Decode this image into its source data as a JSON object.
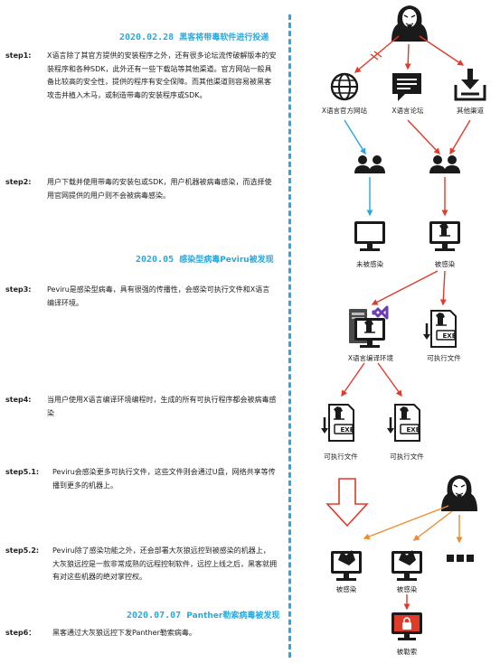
{
  "sections": [
    {
      "date": "2020.02.28",
      "label": "黑客将带毒软件进行投递"
    },
    {
      "date": "2020.05",
      "label": "感染型病毒Peviru被发现"
    },
    {
      "date": "2020.07.07",
      "label": "Panther勒索病毒被发现"
    }
  ],
  "steps": [
    {
      "tag": "step1:",
      "text": "X语言除了其官方提供的安装程序之外，还有很多论坛流传破解版本的安装程序和各种SDK，此外还有一些下载站等其他渠道。官方网站一般具备比较高的安全性，提供的程序有安全保障。而其他渠道则容易被黑客攻击并植入木马，或制造带毒的安装程序或SDK。"
    },
    {
      "tag": "step2:",
      "text": "用户下载并使用带毒的安装包或SDK，用户机器被病毒感染，而选择使用官网提供的用户则不会被病毒感染。"
    },
    {
      "tag": "step3:",
      "text": "Peviru是感染型病毒，具有很强的传播性，会感染可执行文件和X语言编译环境。"
    },
    {
      "tag": "step4:",
      "text": "当用户使用X语言编译环境编程时，生成的所有可执行程序都会被病毒感染"
    },
    {
      "tag": "step5.1:",
      "text": "Peviru会感染更多可执行文件，这些文件则会通过U盘，网络共享等传播到更多的机器上。"
    },
    {
      "tag": "step5.2:",
      "text": "Peviru除了感染功能之外，还会部署大灰狼远控到被感染的机器上，大灰狼远控是一款非常成熟的远程控制软件，远控上线之后，黑客就拥有对这些机器的绝对掌控权。"
    },
    {
      "tag": "step6：",
      "text": "黑客通过大灰狼远控下发Panther勒索病毒。"
    }
  ],
  "nodes": {
    "official_site": "X语言官方网站",
    "forum": "X语言论坛",
    "other_channels": "其他渠道",
    "not_infected": "未被感染",
    "infected_top": "被感染",
    "compiler_env": "X语言编译环境",
    "exe_1": "可执行文件",
    "exe_2": "可执行文件",
    "exe_3": "可执行文件",
    "infected_a": "被感染",
    "infected_b": "被感染",
    "ransomed": "被勒索",
    "exe_badge": "EXE",
    "more": "..."
  },
  "colors": {
    "accent_blue": "#29a8e0",
    "red": "#e03a2a",
    "orange": "#f08a30",
    "icon": "#1a1a1a"
  }
}
